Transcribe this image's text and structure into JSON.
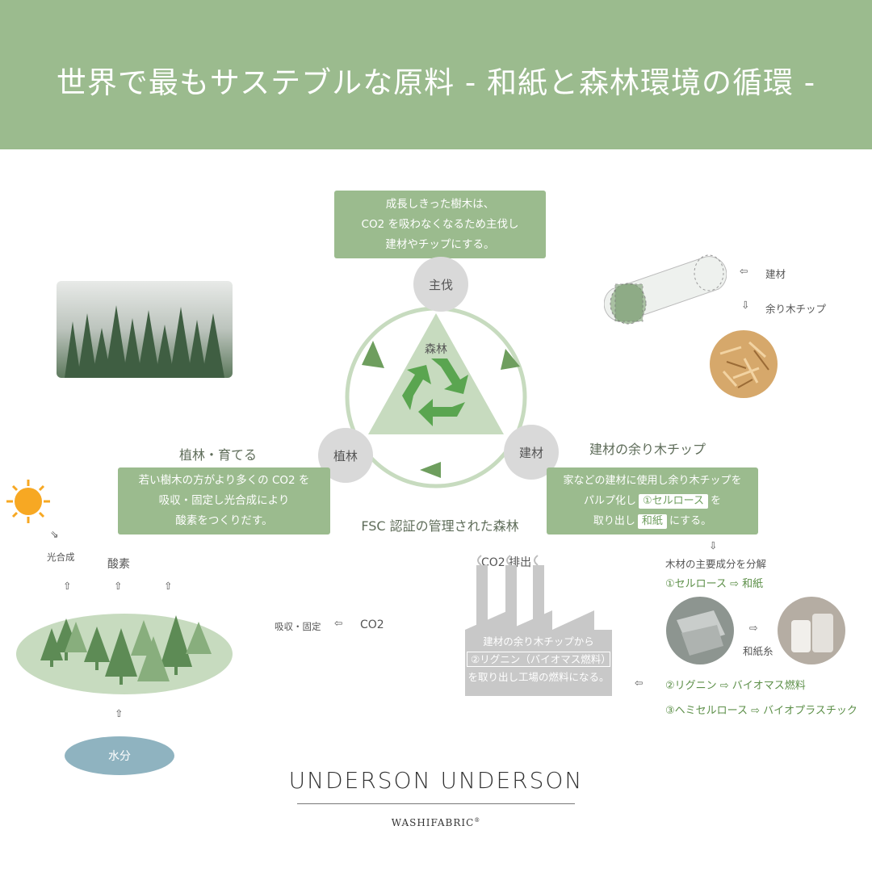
{
  "header": {
    "title": "世界で最もサステブルな原料 - 和紙と森林環境の循環 -"
  },
  "cycle": {
    "center_label": "森林",
    "nodes": {
      "top": "主伐",
      "left": "植林",
      "right": "建材"
    },
    "caption": "FSC 認証の管理された森林"
  },
  "top_box": {
    "lines": [
      "成長しきった樹木は、",
      "CO2 を吸わなくなるため主伐し",
      "建材やチップにする。"
    ]
  },
  "left_section": {
    "title": "植林・育てる",
    "lines": [
      "若い樹木の方がより多くの CO2 を",
      "吸収・固定し光合成により",
      "酸素をつくりだす。"
    ]
  },
  "right_section": {
    "title": "建材の余り木チップ",
    "line1": "家などの建材に使用し余り木チップを",
    "line2_pre": "パルプ化し",
    "line2_pill": "①セルロース",
    "line2_post": "を",
    "line3_pre": "取り出し",
    "line3_pill": "和紙",
    "line3_post": "にする。"
  },
  "timber": {
    "label1": "建材",
    "label2": "余り木チップ"
  },
  "breakdown": {
    "title": "木材の主要成分を分解",
    "item1": "①セルロース ⇨ 和紙",
    "thread_label": "和紙糸",
    "item2": "②リグニン ⇨ バイオマス燃料",
    "item3": "③ヘミセルロース ⇨ バイオプラスチック"
  },
  "factory": {
    "title": "CO2 排出",
    "line1": "建材の余り木チップから",
    "line2_pill": "②リグニン（バイオマス燃料）",
    "line3": "を取り出し工場の燃料になる。"
  },
  "environment": {
    "photosynthesis": "光合成",
    "oxygen": "酸素",
    "absorb": "吸収・固定",
    "co2": "CO2",
    "water": "水分"
  },
  "brand": {
    "name": "UNDERSON UNDERSON",
    "sub": "WASHIFABRIC"
  },
  "colors": {
    "header_green": "#9bbb8e",
    "box_green": "#9bbb8e",
    "node_gray": "#d9d9d9",
    "triangle_green": "#c7dbbf",
    "recycle_green": "#5aa550",
    "water_blue": "#8fb3c0",
    "sun_orange": "#f7a823"
  },
  "icons": [
    "recycle-icon",
    "sun-icon",
    "tree-icon",
    "factory-icon",
    "arrow-icon"
  ]
}
